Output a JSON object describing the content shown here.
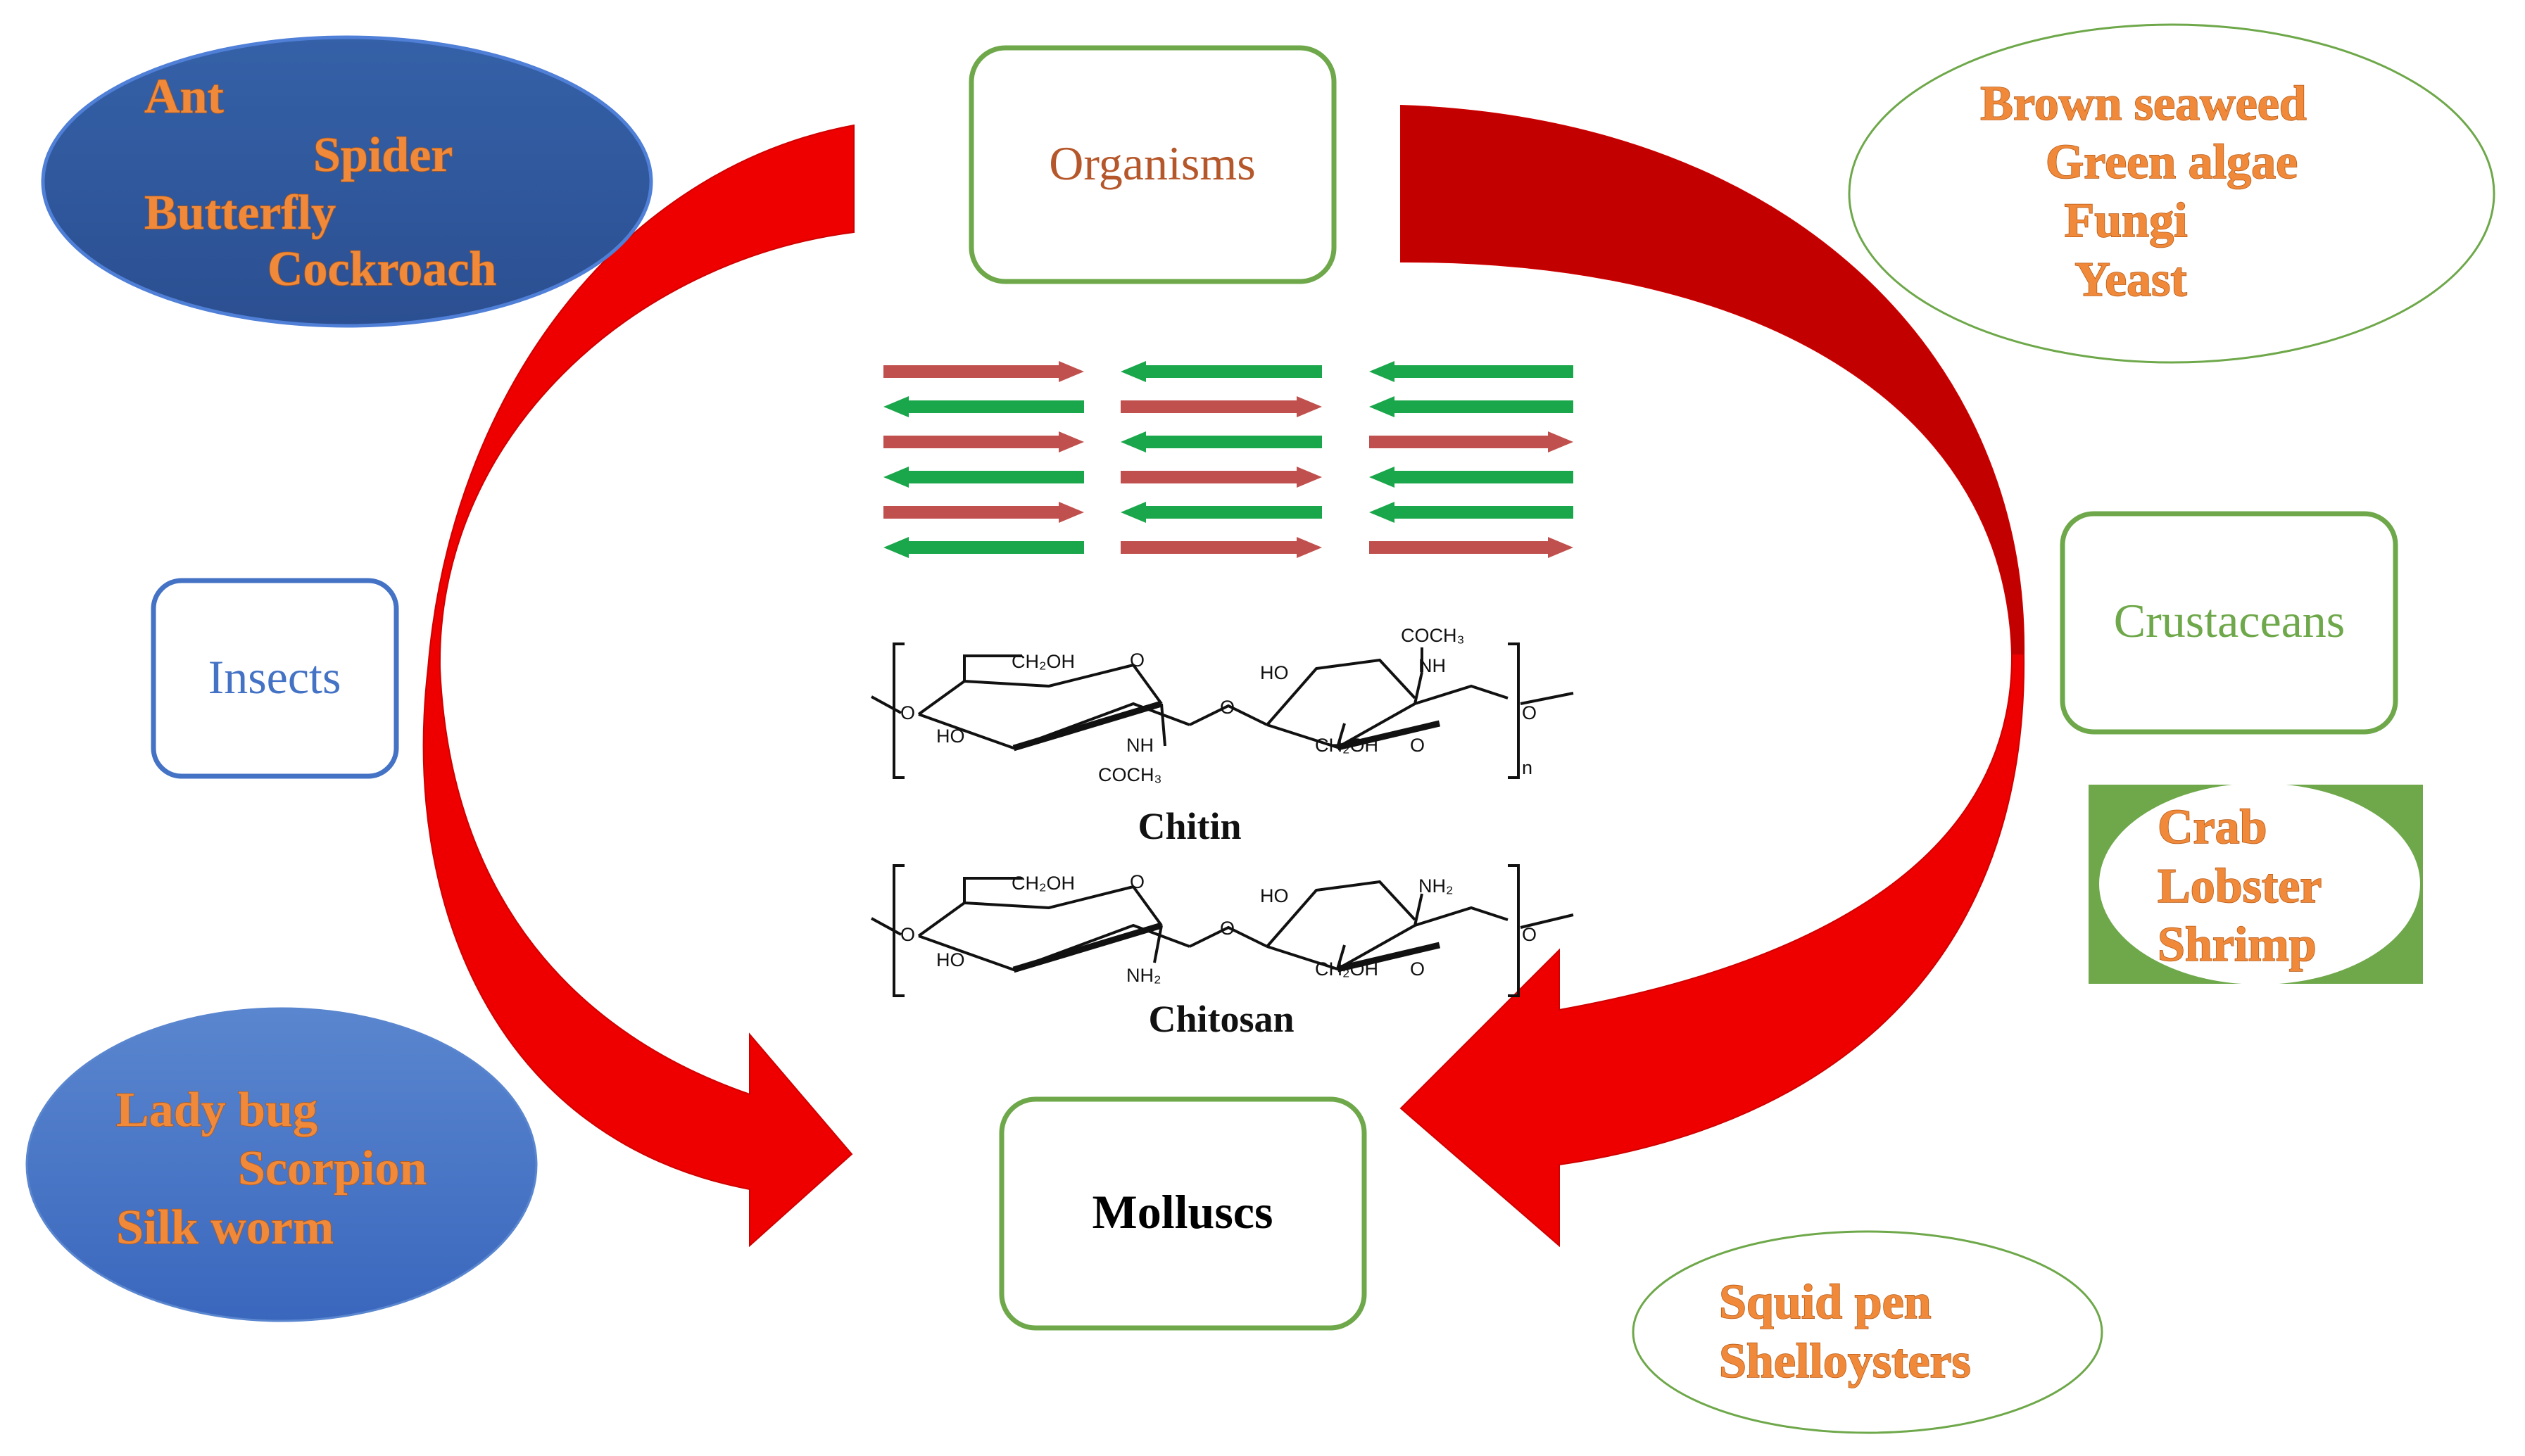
{
  "colors": {
    "cycle_arrow": "#ee0000",
    "cycle_arrow_dark": "#c20000",
    "box_green": "#6ea84a",
    "box_blue": "#4472c4",
    "organisms_text": "#b5572a",
    "crustaceans_text": "#6ea84a",
    "insects_text": "#4472c4",
    "molluscs_text": "#000000",
    "example_text": "#f08a3a",
    "strand_red": "#c0504d",
    "strand_green": "#1aa64a",
    "dark_blue_ellipse": "#2f5597",
    "light_blue_ellipse": "#4472c4"
  },
  "boxes": {
    "organisms": "Organisms",
    "insects": "Insects",
    "crustaceans": "Crustaceans",
    "molluscs": "Molluscs"
  },
  "insects_examples_1": [
    "Ant",
    "Spider",
    "Butterfly",
    "Cockroach"
  ],
  "insects_examples_2": [
    "Lady bug",
    "Scorpion",
    "Silk worm"
  ],
  "organisms_examples": [
    "Brown seaweed",
    "Green algae",
    "Fungi",
    "Yeast"
  ],
  "crustaceans_examples": [
    "Crab",
    "Lobster",
    "Shrimp"
  ],
  "molluscs_examples": [
    "Squid pen",
    "Shelloysters"
  ],
  "strands": {
    "col1": [
      "right",
      "left",
      "right",
      "left",
      "right",
      "left"
    ],
    "col2": [
      "left",
      "right",
      "left",
      "right",
      "left",
      "right"
    ],
    "col3": [
      "left",
      "left",
      "right",
      "left",
      "left",
      "right"
    ]
  },
  "chitin": {
    "caption": "Chitin",
    "labels": {
      "ch2oh_left": "CH₂OH",
      "o_ring_left": "O",
      "ho_left": "HO",
      "nh_left": "NH",
      "coch3_left": "COCH₃",
      "o_link": "O",
      "ho_right": "HO",
      "coch3_right": "COCH₃",
      "nh_right": "NH",
      "ch2oh_right": "CH₂OH",
      "o_ring_right": "O",
      "o_end_left": "O",
      "o_end_right": "O",
      "n_subscript": "n"
    }
  },
  "chitosan": {
    "caption": "Chitosan",
    "labels": {
      "ch2oh_left": "CH₂OH",
      "o_ring_left": "O",
      "ho_left": "HO",
      "nh2_left": "NH₂",
      "o_link": "O",
      "ho_right": "HO",
      "nh2_right": "NH₂",
      "ch2oh_right": "CH₂OH",
      "o_ring_right": "O",
      "o_end_left": "O",
      "o_end_right": "O"
    }
  }
}
